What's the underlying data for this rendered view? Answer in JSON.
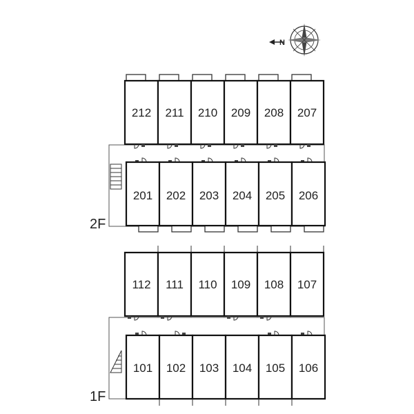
{
  "compass": {
    "north_label": "N",
    "icon": "compass-rose-icon"
  },
  "floors": [
    {
      "floor_label": "2F",
      "top_row": [
        "212",
        "211",
        "210",
        "209",
        "208",
        "207"
      ],
      "bottom_row": [
        "201",
        "202",
        "203",
        "204",
        "205",
        "206"
      ]
    },
    {
      "floor_label": "1F",
      "top_row": [
        "112",
        "111",
        "110",
        "109",
        "108",
        "107"
      ],
      "bottom_row": [
        "101",
        "102",
        "103",
        "104",
        "105",
        "106"
      ]
    }
  ]
}
